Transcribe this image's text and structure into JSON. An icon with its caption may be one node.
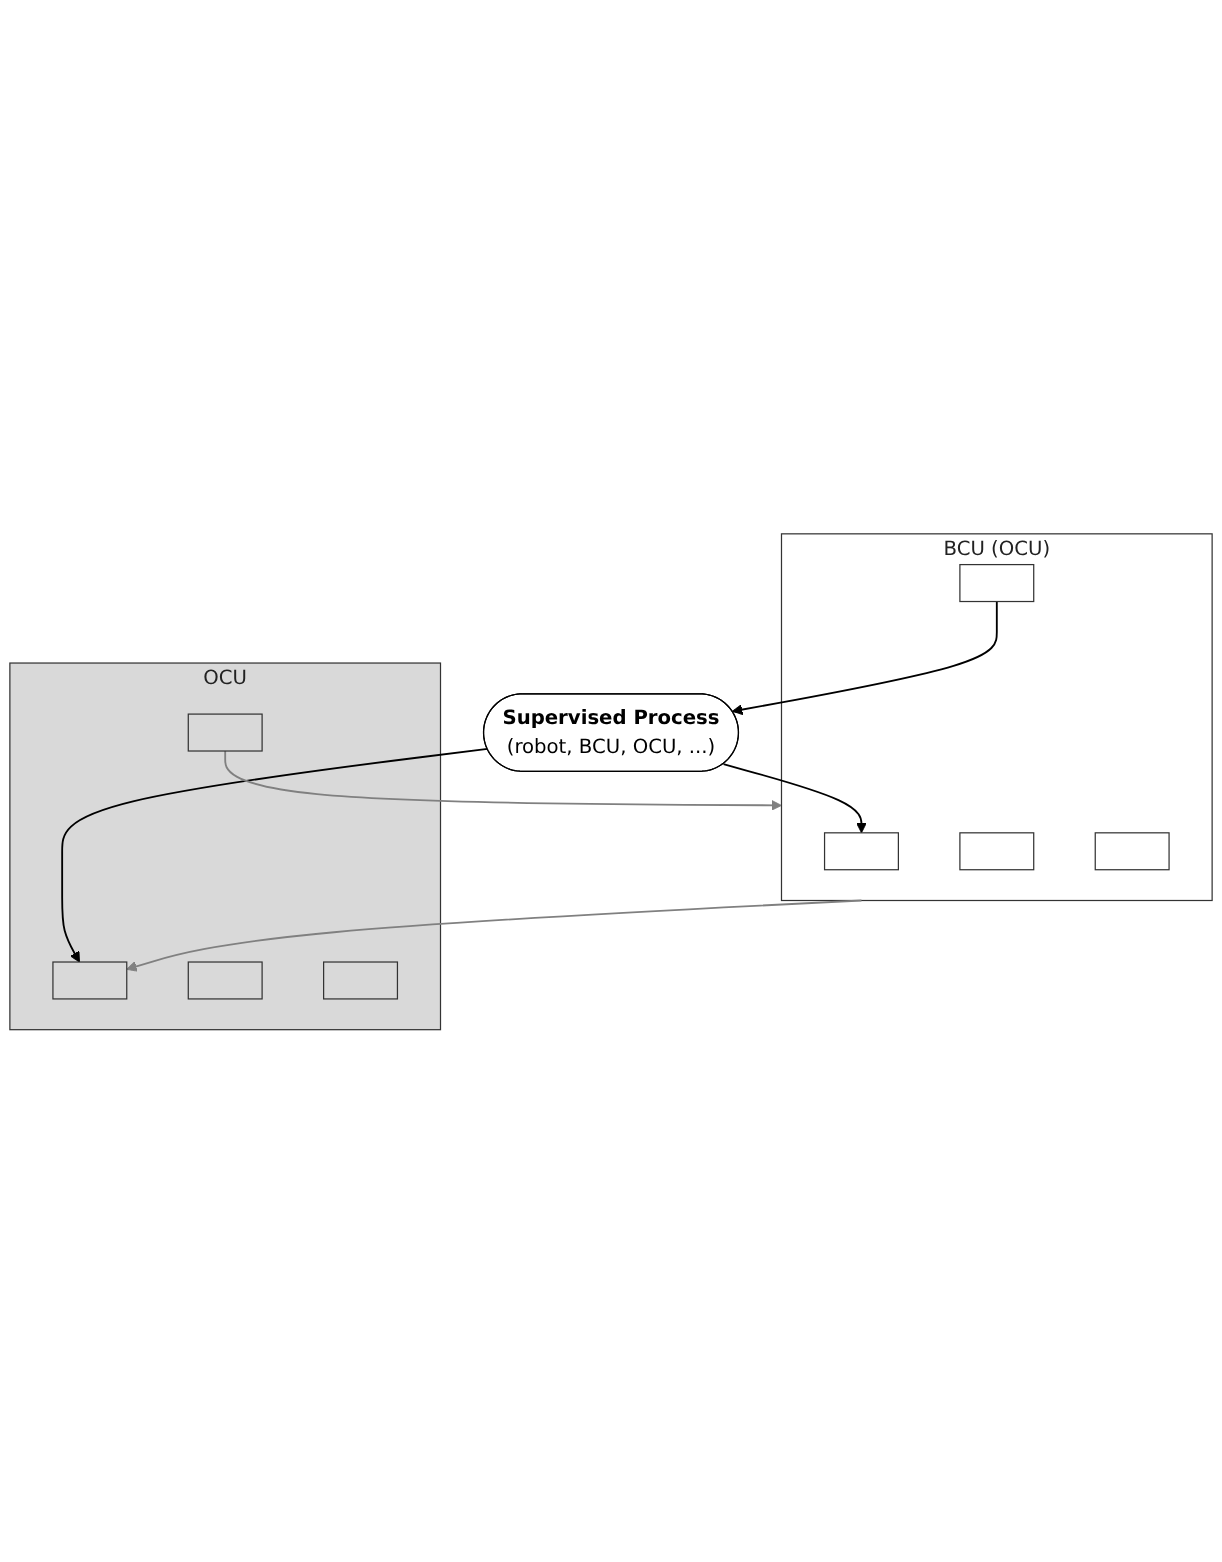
{
  "diagram": {
    "nodes": [
      {
        "text": [
          "OCU"
        ]
      },
      {
        "text": [],
        "shape": "box",
        "in": 0
      },
      {
        "text": [],
        "shape": "box",
        "in": 0
      },
      {
        "text": [],
        "shape": "box",
        "in": 0
      },
      {
        "text": [],
        "shape": "box",
        "in": 0
      },
      {
        "text": [
          "BCU (OCU)"
        ]
      },
      {
        "text": [],
        "shape": "box",
        "in": 5
      },
      {
        "text": [],
        "shape": "box",
        "in": 5
      },
      {
        "text": [],
        "shape": "box",
        "in": 5
      },
      {
        "text": [],
        "shape": "box",
        "in": 5
      },
      {
        "text": [
          "Supervised Process",
          "(robot, BCU, OCU, ...)"
        ]
      }
    ],
    "edges": [
      {
        "from": 10,
        "to": 3,
        "arrow": "to"
      },
      {
        "from": 5,
        "to": 3,
        "arrow": "to",
        "color": "#808080"
      },
      {
        "from": 4,
        "to": 5,
        "arrow": "to",
        "color": "#808080"
      },
      {
        "from": 10,
        "to": 8,
        "arrow": "to"
      },
      {
        "from": 9,
        "to": 10,
        "arrow": "to"
      }
    ]
  }
}
